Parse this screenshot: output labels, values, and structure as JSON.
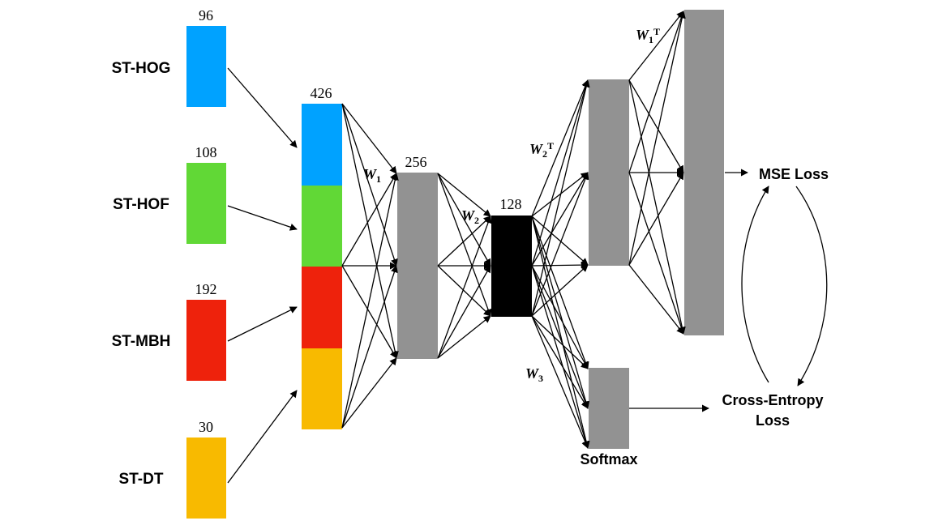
{
  "colors": {
    "blue": "#00a2ff",
    "green": "#61d836",
    "red": "#ee220c",
    "yellow": "#f8ba00",
    "gray": "#929292",
    "black": "#000000"
  },
  "features": [
    {
      "name": "ST-HOG",
      "dim": "96",
      "color": "#00a2ff"
    },
    {
      "name": "ST-HOF",
      "dim": "108",
      "color": "#61d836"
    },
    {
      "name": "ST-MBH",
      "dim": "192",
      "color": "#ee220c"
    },
    {
      "name": "ST-DT",
      "dim": "30",
      "color": "#f8ba00"
    }
  ],
  "layers": {
    "input_dim": "426",
    "hidden1_dim": "256",
    "code_dim": "128"
  },
  "weights": {
    "w1": {
      "base": "W",
      "sub": "1",
      "sup": ""
    },
    "w2": {
      "base": "W",
      "sub": "2",
      "sup": ""
    },
    "w2t": {
      "base": "W",
      "sub": "2",
      "sup": "T"
    },
    "w1t": {
      "base": "W",
      "sub": "1",
      "sup": "T"
    },
    "w3": {
      "base": "W",
      "sub": "3",
      "sup": ""
    }
  },
  "labels": {
    "softmax": "Softmax",
    "mse_loss": "MSE Loss",
    "ce_loss_line1": "Cross-Entropy",
    "ce_loss_line2": "Loss"
  }
}
